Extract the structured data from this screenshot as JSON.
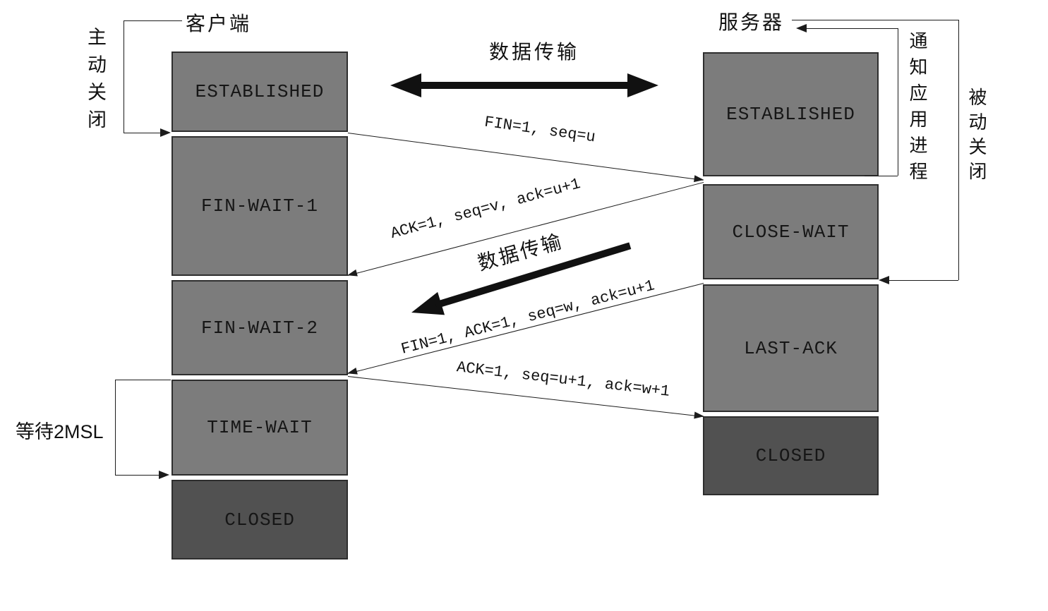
{
  "client": {
    "title": "客户端",
    "states": [
      "ESTABLISHED",
      "FIN-WAIT-1",
      "FIN-WAIT-2",
      "TIME-WAIT",
      "CLOSED"
    ]
  },
  "server": {
    "title": "服务器",
    "states": [
      "ESTABLISHED",
      "CLOSE-WAIT",
      "LAST-ACK",
      "CLOSED"
    ]
  },
  "labels": {
    "active_close": "主动关闭",
    "passive_close": "被动关闭",
    "notify_application": "通知应用进程",
    "wait_2msl": "等待2MSL",
    "data_transfer_top": "数据传输",
    "data_transfer_mid": "数据传输"
  },
  "messages": {
    "fin": "FIN=1,  seq=u",
    "ack": "ACK=1, seq=v, ack=u+1",
    "fin_ack": "FIN=1, ACK=1,  seq=w, ack=u+1",
    "final_ack": "ACK=1, seq=u+1, ack=w+1"
  },
  "colors": {
    "state_box": "#7c7c7c",
    "closed_box": "#515151",
    "line": "#1c1c1c",
    "background": "#ffffff"
  }
}
